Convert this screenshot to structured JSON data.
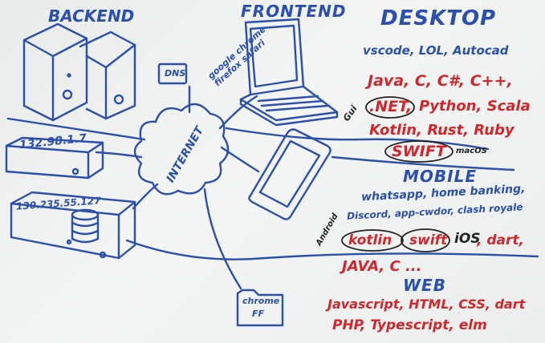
{
  "colors": {
    "board": "#eceeee",
    "blue_marker": "#2a4fae",
    "red_marker": "#d2262b",
    "black_marker": "#222222"
  },
  "backend": {
    "title": "BACKEND",
    "server_1_ip": "132.98.1.7",
    "server_2_ip": "130.235.55.127",
    "internet_label": "INTERNET"
  },
  "frontend": {
    "title": "FRONTEND",
    "dns_label": "DNS",
    "browser_note": "google chrome firefox safari",
    "chrome_ff_line1": "chrome",
    "chrome_ff_line2": "FF"
  },
  "desktop": {
    "title": "DESKTOP",
    "tools": "vscode, LOL, Autocad",
    "row1": "Java, C, C#, C++,",
    "dotnet": ".NET,",
    "row2_rest": "Python, Scala",
    "row3": "Kotlin, Rust, Ruby",
    "swift": "SWIFT",
    "side_left": "Gui",
    "side_right": "macOS"
  },
  "mobile": {
    "title": "MOBILE",
    "apps_1": "whatsapp, home banking,",
    "apps_2": "Discord, app-cwdor, clash royale",
    "side_label": "Android",
    "kotlin": "kotlin",
    "swift": "swift",
    "ios": "iOS",
    "dart": ", dart,",
    "row2": "JAVA, C ..."
  },
  "web": {
    "title": "WEB",
    "row1": "Javascript, HTML, CSS, dart",
    "row2": "PHP, Typescript, elm"
  }
}
